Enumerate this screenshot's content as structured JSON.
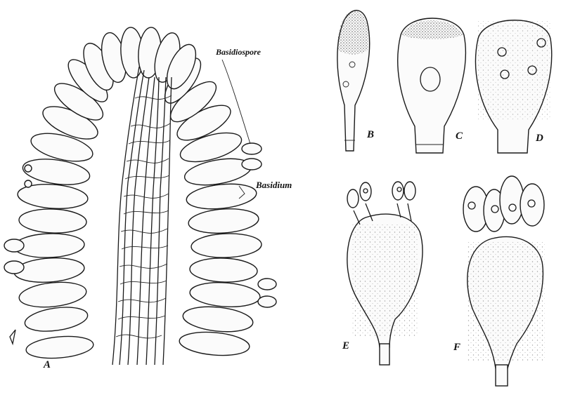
{
  "figure": {
    "panels": [
      {
        "id": "A",
        "label": "A"
      },
      {
        "id": "B",
        "label": "B"
      },
      {
        "id": "C",
        "label": "C"
      },
      {
        "id": "D",
        "label": "D"
      },
      {
        "id": "E",
        "label": "E"
      },
      {
        "id": "F",
        "label": "F"
      }
    ],
    "annotations": {
      "basidiospore": "Basidiospore",
      "basidium": "Basidium"
    }
  }
}
